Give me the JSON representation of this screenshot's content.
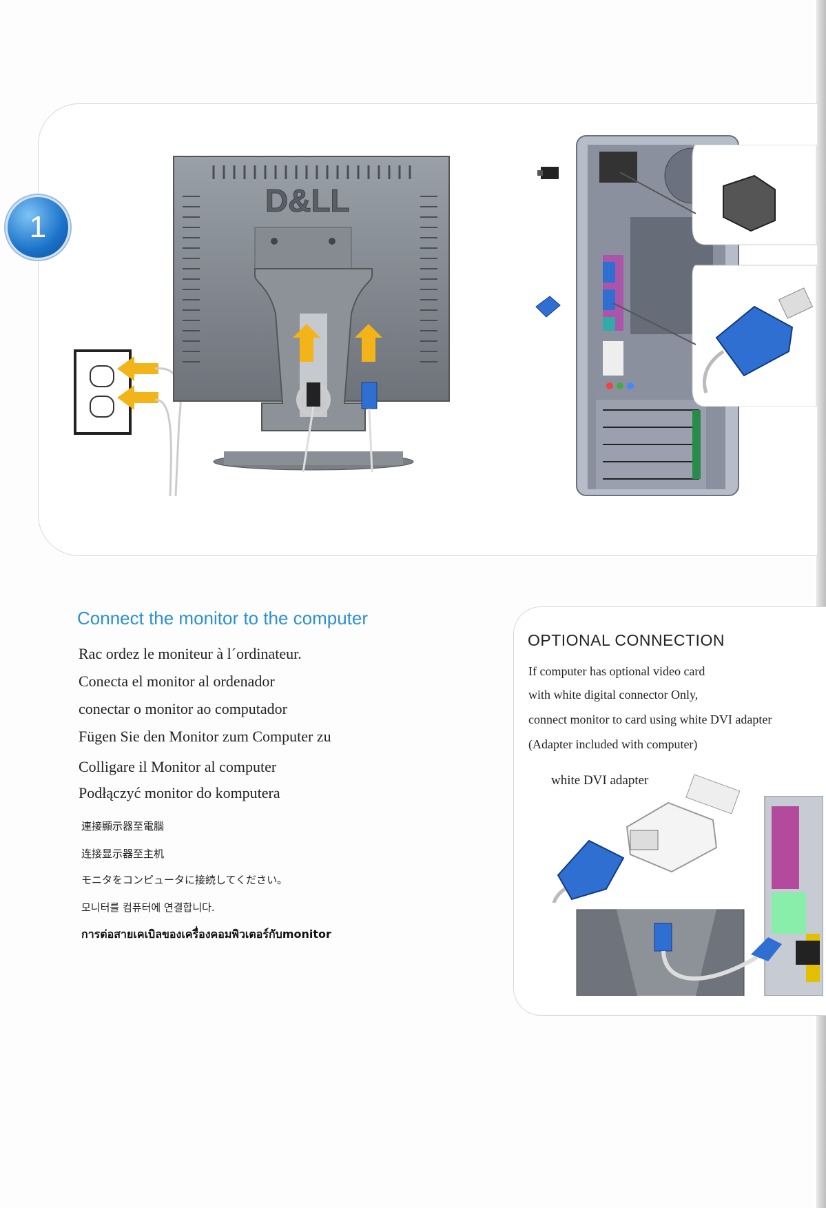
{
  "step_number": "1",
  "top_illustration": {
    "monitor_brand": "D&LL"
  },
  "instructions": {
    "heading": "Connect the monitor to the computer",
    "lines": [
      "Rac  ordez le moniteur à l´ordinateur.",
      "Conecta el monitor al ordenador",
      "conectar o monitor ao computador",
      "Fügen Sie den Monitor zum Computer zu",
      "Colligare il Monitor al computer",
      "Podłączyć monitor do komputera"
    ],
    "asian_lines": [
      "連接顯示器至電腦",
      "连接显示器至主机",
      "モニタをコンピュータに接続してください。",
      "모니터를 컴퓨터에 연결합니다."
    ],
    "thai_line": "การต่อสายเคเบิลของเครื่องคอมพิวเตอร์กับmonitor"
  },
  "optional_connection": {
    "title": "OPTIONAL CONNECTION",
    "lines": [
      "If computer has optional video card",
      "with white digital connector Only,",
      "connect monitor to card using white DVI adapter",
      "(Adapter included with computer)"
    ],
    "adapter_label": "white DVI adapter"
  },
  "colors": {
    "heading_blue": "#2a8fd6",
    "arrow_yellow": "#f2b419",
    "vga_blue": "#2f6fd1",
    "badge_blue": "#1b73c9"
  }
}
